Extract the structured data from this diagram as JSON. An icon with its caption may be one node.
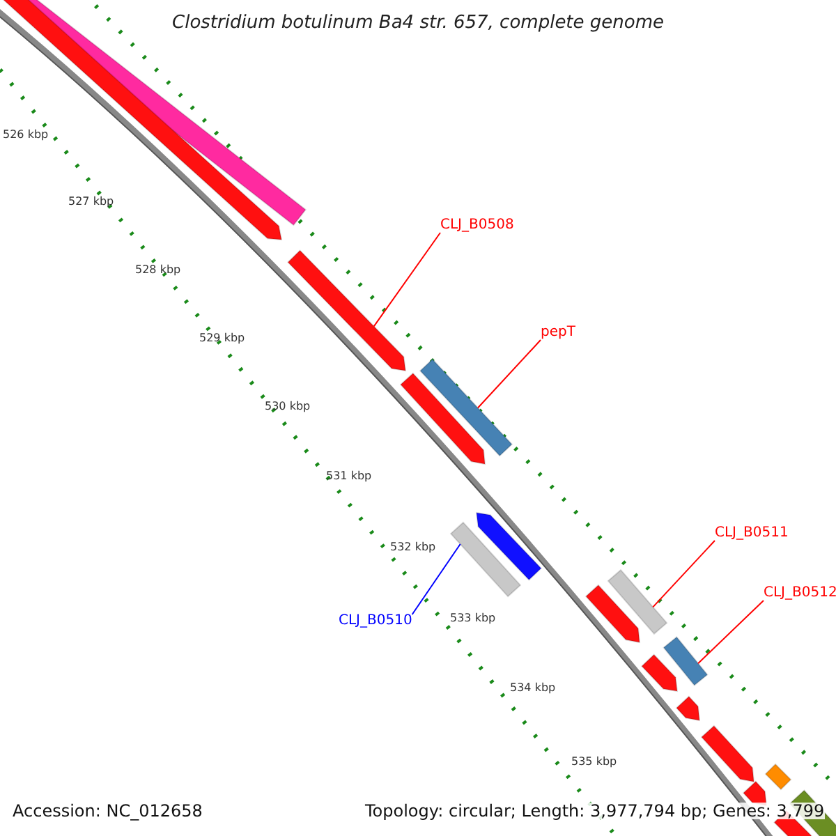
{
  "diagram": {
    "title": "Clostridium botulinum Ba4 str. 657, complete genome",
    "nodes": [
      {
        "text": [
          "CLJ_B0508"
        ]
      },
      {
        "text": [],
        "shape": "bar"
      },
      {
        "text": [
          "pepT"
        ]
      },
      {
        "text": [],
        "shape": "bar"
      },
      {
        "text": [
          "CLJ_B0511"
        ]
      },
      {
        "text": [],
        "shape": "bar"
      },
      {
        "text": [
          "CLJ_B0512"
        ]
      },
      {
        "text": [],
        "shape": "bar"
      },
      {
        "text": [
          "CLJ_B0510"
        ]
      },
      {
        "text": [],
        "shape": "bar"
      }
    ],
    "edges": [
      {
        "from": 0,
        "to": 1,
        "arrow": "none"
      },
      {
        "from": 2,
        "to": 3,
        "arrow": "none"
      },
      {
        "from": 4,
        "to": 5,
        "arrow": "none"
      },
      {
        "from": 6,
        "to": 7,
        "arrow": "none"
      },
      {
        "from": 8,
        "to": 9,
        "arrow": "none",
        "color": "#0000ff"
      }
    ],
    "labels": [
      "526 kbp",
      "527 kbp",
      "528 kbp",
      "529 kbp",
      "530 kbp",
      "531 kbp",
      "532 kbp",
      "533 kbp",
      "534 kbp",
      "535 kbp",
      "Accession: NC_012658",
      "Topology: circular; Length: 3,977,794 bp; Genes: 3,799"
    ]
  }
}
